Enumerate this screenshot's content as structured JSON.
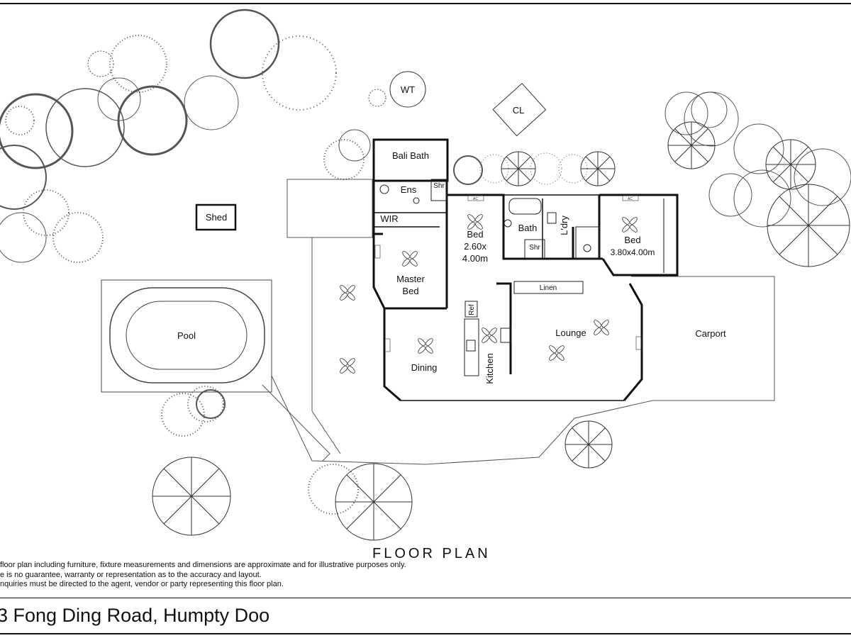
{
  "title": "FLOOR PLAN",
  "address": "3 Fong Ding Road, Humpty Doo",
  "disclaimer": [
    "floor plan including furniture, fixture measurements and dimensions are approximate and for illustrative purposes only.",
    "e is no guarantee, warranty or representation as to the accuracy and layout.",
    "nquiries must be directed to the agent, vendor or party representing this floor plan."
  ],
  "rooms": {
    "bali_bath": "Bali Bath",
    "ens": "Ens",
    "shr_ens": "Shr",
    "wir": "WIR",
    "bed2_name": "Bed",
    "bed2_dim1": "2.60x",
    "bed2_dim2": "4.00m",
    "bath": "Bath",
    "shr_bath": "Shr",
    "ldry": "L'dry",
    "bed3_name": "Bed",
    "bed3_dim": "3.80x4.00m",
    "master_1": "Master",
    "master_2": "Bed",
    "linen": "Linen",
    "ref": "Ref",
    "lounge": "Lounge",
    "carport": "Carport",
    "dining": "Dining",
    "kitchen": "Kitchen"
  },
  "outbuildings": {
    "wt": "WT",
    "cl": "CL",
    "shed": "Shed",
    "pool": "Pool"
  },
  "ac_tag": "AC"
}
